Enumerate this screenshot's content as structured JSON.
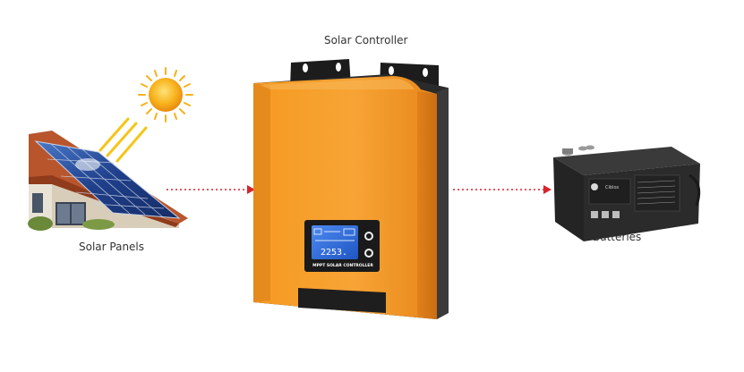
{
  "labels": {
    "controller": "Solar Controller",
    "panels": "Solar Panels",
    "batteries": "Batteries"
  },
  "controller_panel": {
    "display_reading": "2253.",
    "brand_text": "MPPT SOLAR CONTROLLER"
  },
  "battery": {
    "brand_text": "Ciblos"
  },
  "colors": {
    "controller_body": "#f7941d",
    "arrow": "#d9242b",
    "lcd": "#2a6de0",
    "battery_case": "#2e2e2e",
    "sun": "#f7b21b"
  },
  "icons": [
    "sun-icon",
    "solar-panel-roof",
    "mppt-controller",
    "battery-icon"
  ]
}
